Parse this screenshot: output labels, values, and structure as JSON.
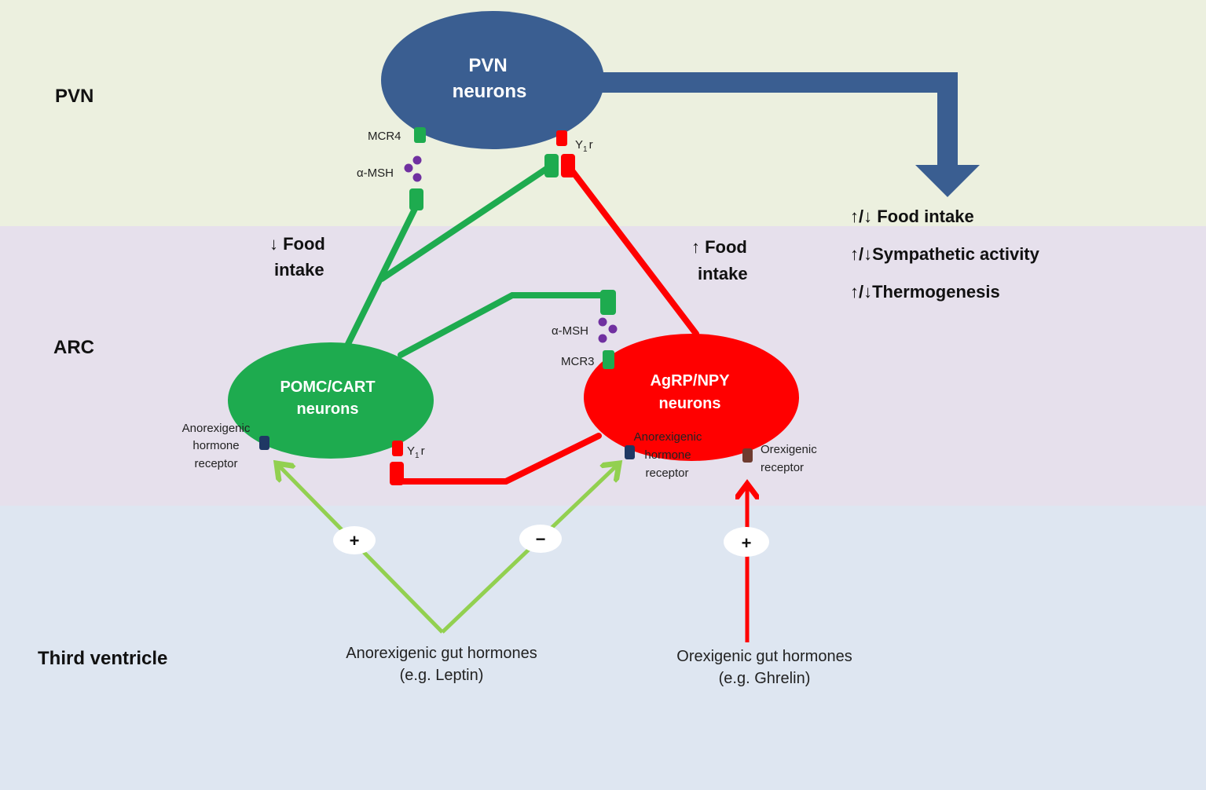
{
  "colors": {
    "pvn_band": "#ECF0DF",
    "arc_band": "#E6E0EC",
    "third_band": "#DEE6F1",
    "pvn_neuron": "#3A5E91",
    "pomc_neuron": "#1EAB4F",
    "agrp_neuron": "#FF0000",
    "leptin_arrow": "#92D050",
    "ghrelin_arrow": "#FF0000",
    "msh_dots": "#7030A0",
    "anorexigenic_receptor": "#1F3864",
    "orexigenic_receptor": "#6E3B2F"
  },
  "regions": {
    "pvn": "PVN",
    "arc": "ARC",
    "third_ventricle": "Third ventricle"
  },
  "neurons": {
    "pvn": [
      "PVN",
      "neurons"
    ],
    "pomc": [
      "POMC/CART",
      "neurons"
    ],
    "agrp": [
      "AgRP/NPY",
      "neurons"
    ]
  },
  "receptors": {
    "mcr4": "MCR4",
    "mcr3": "MCR3",
    "y1r_pvn": "Y",
    "y1r_pvn_sub": "1",
    "y1r_pvn_suffix": "r",
    "y1r_pomc": "Y",
    "y1r_pomc_sub": "1",
    "y1r_pomc_suffix": "r",
    "msh_pvn": "α-MSH",
    "msh_arc": "α-MSH",
    "anorexigenic_pomc": [
      "Anorexigenic",
      "hormone",
      "receptor"
    ],
    "anorexigenic_agrp": [
      "Anorexigenic",
      "hormone",
      "receptor"
    ],
    "orexigenic_agrp": [
      "Orexigenic",
      "receptor"
    ]
  },
  "effects": {
    "pomc_food": [
      "↓ Food",
      "intake"
    ],
    "agrp_food": [
      "↑ Food",
      "intake"
    ],
    "outputs": [
      "↑/↓ Food intake",
      "↑/↓Sympathetic activity",
      "↑/↓Thermogenesis"
    ]
  },
  "signs": {
    "leptin_pomc": "+",
    "leptin_agrp": "−",
    "ghrelin_agrp": "+"
  },
  "hormones": {
    "anorexigenic": [
      "Anorexigenic gut hormones",
      "(e.g. Leptin)"
    ],
    "orexigenic": [
      "Orexigenic gut hormones",
      "(e.g. Ghrelin)"
    ]
  }
}
